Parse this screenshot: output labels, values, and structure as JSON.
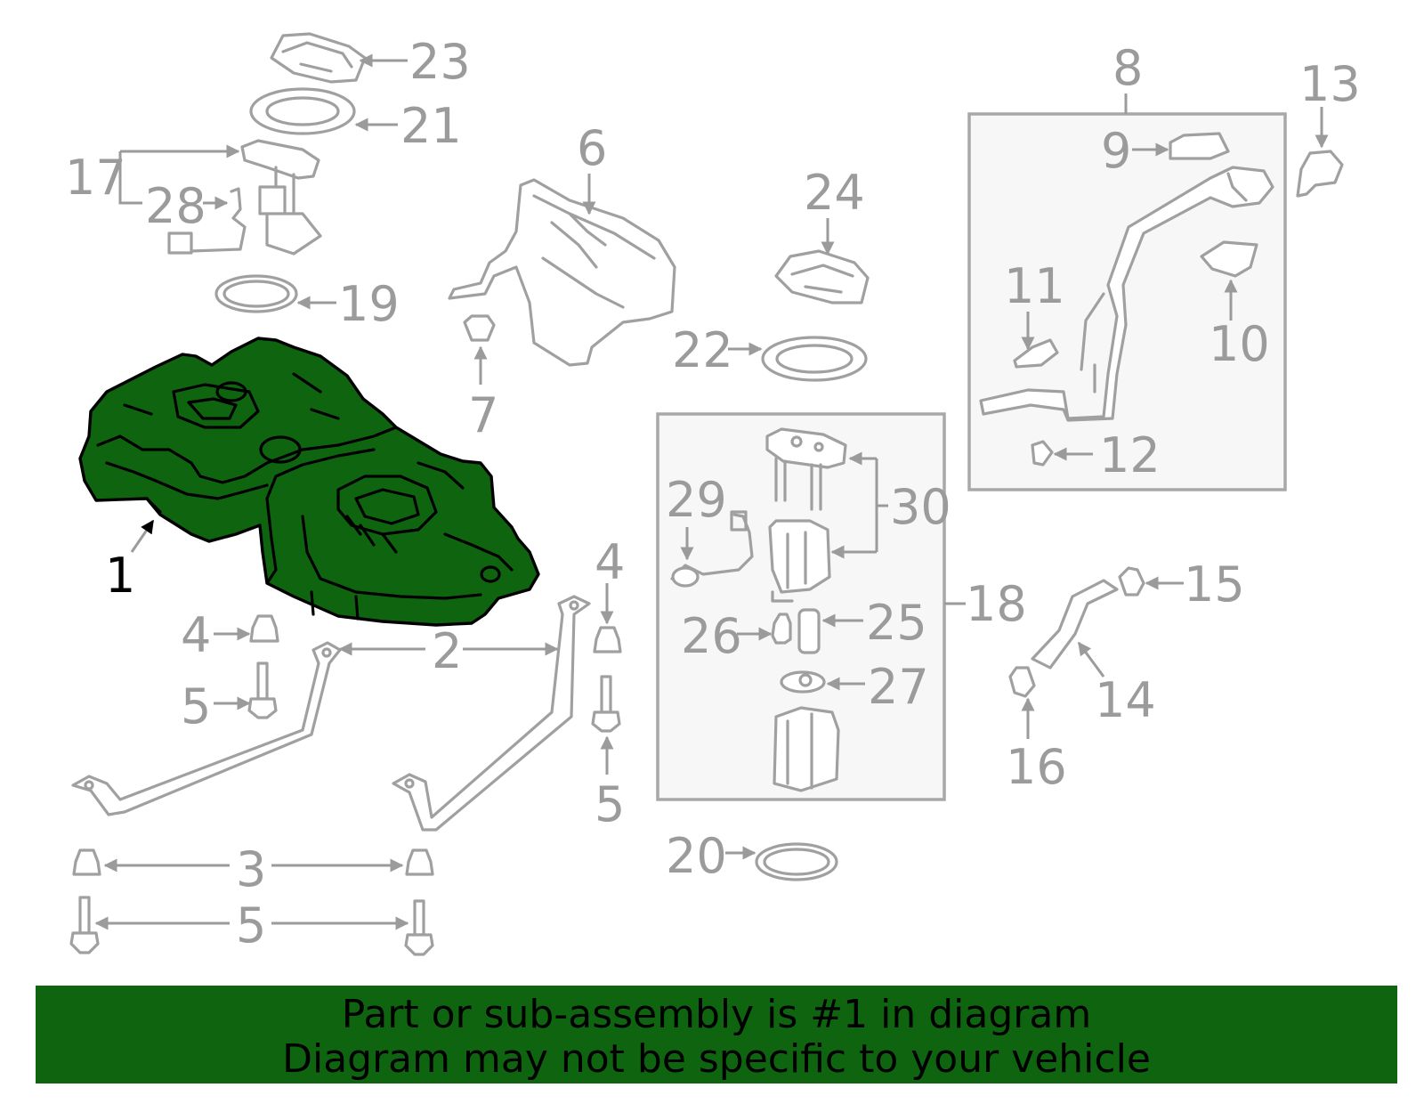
{
  "banner": {
    "line1": "Part or sub-assembly is #1 in diagram",
    "line2": "Diagram may not be specific to your vehicle",
    "color": "#0f640f"
  },
  "highlight_color": "#0f640f",
  "callouts": {
    "c1": "1",
    "c2": "2",
    "c3": "3",
    "c4a": "4",
    "c4b": "4",
    "c5a": "5",
    "c5b": "5",
    "c5c": "5",
    "c6": "6",
    "c7": "7",
    "c8": "8",
    "c9": "9",
    "c10": "10",
    "c11": "11",
    "c12": "12",
    "c13": "13",
    "c14": "14",
    "c15": "15",
    "c16": "16",
    "c17": "17",
    "c18": "18",
    "c19": "19",
    "c20": "20",
    "c21": "21",
    "c22": "22",
    "c23": "23",
    "c24": "24",
    "c25": "25",
    "c26": "26",
    "c27": "27",
    "c28": "28",
    "c29": "29",
    "c30": "30"
  }
}
